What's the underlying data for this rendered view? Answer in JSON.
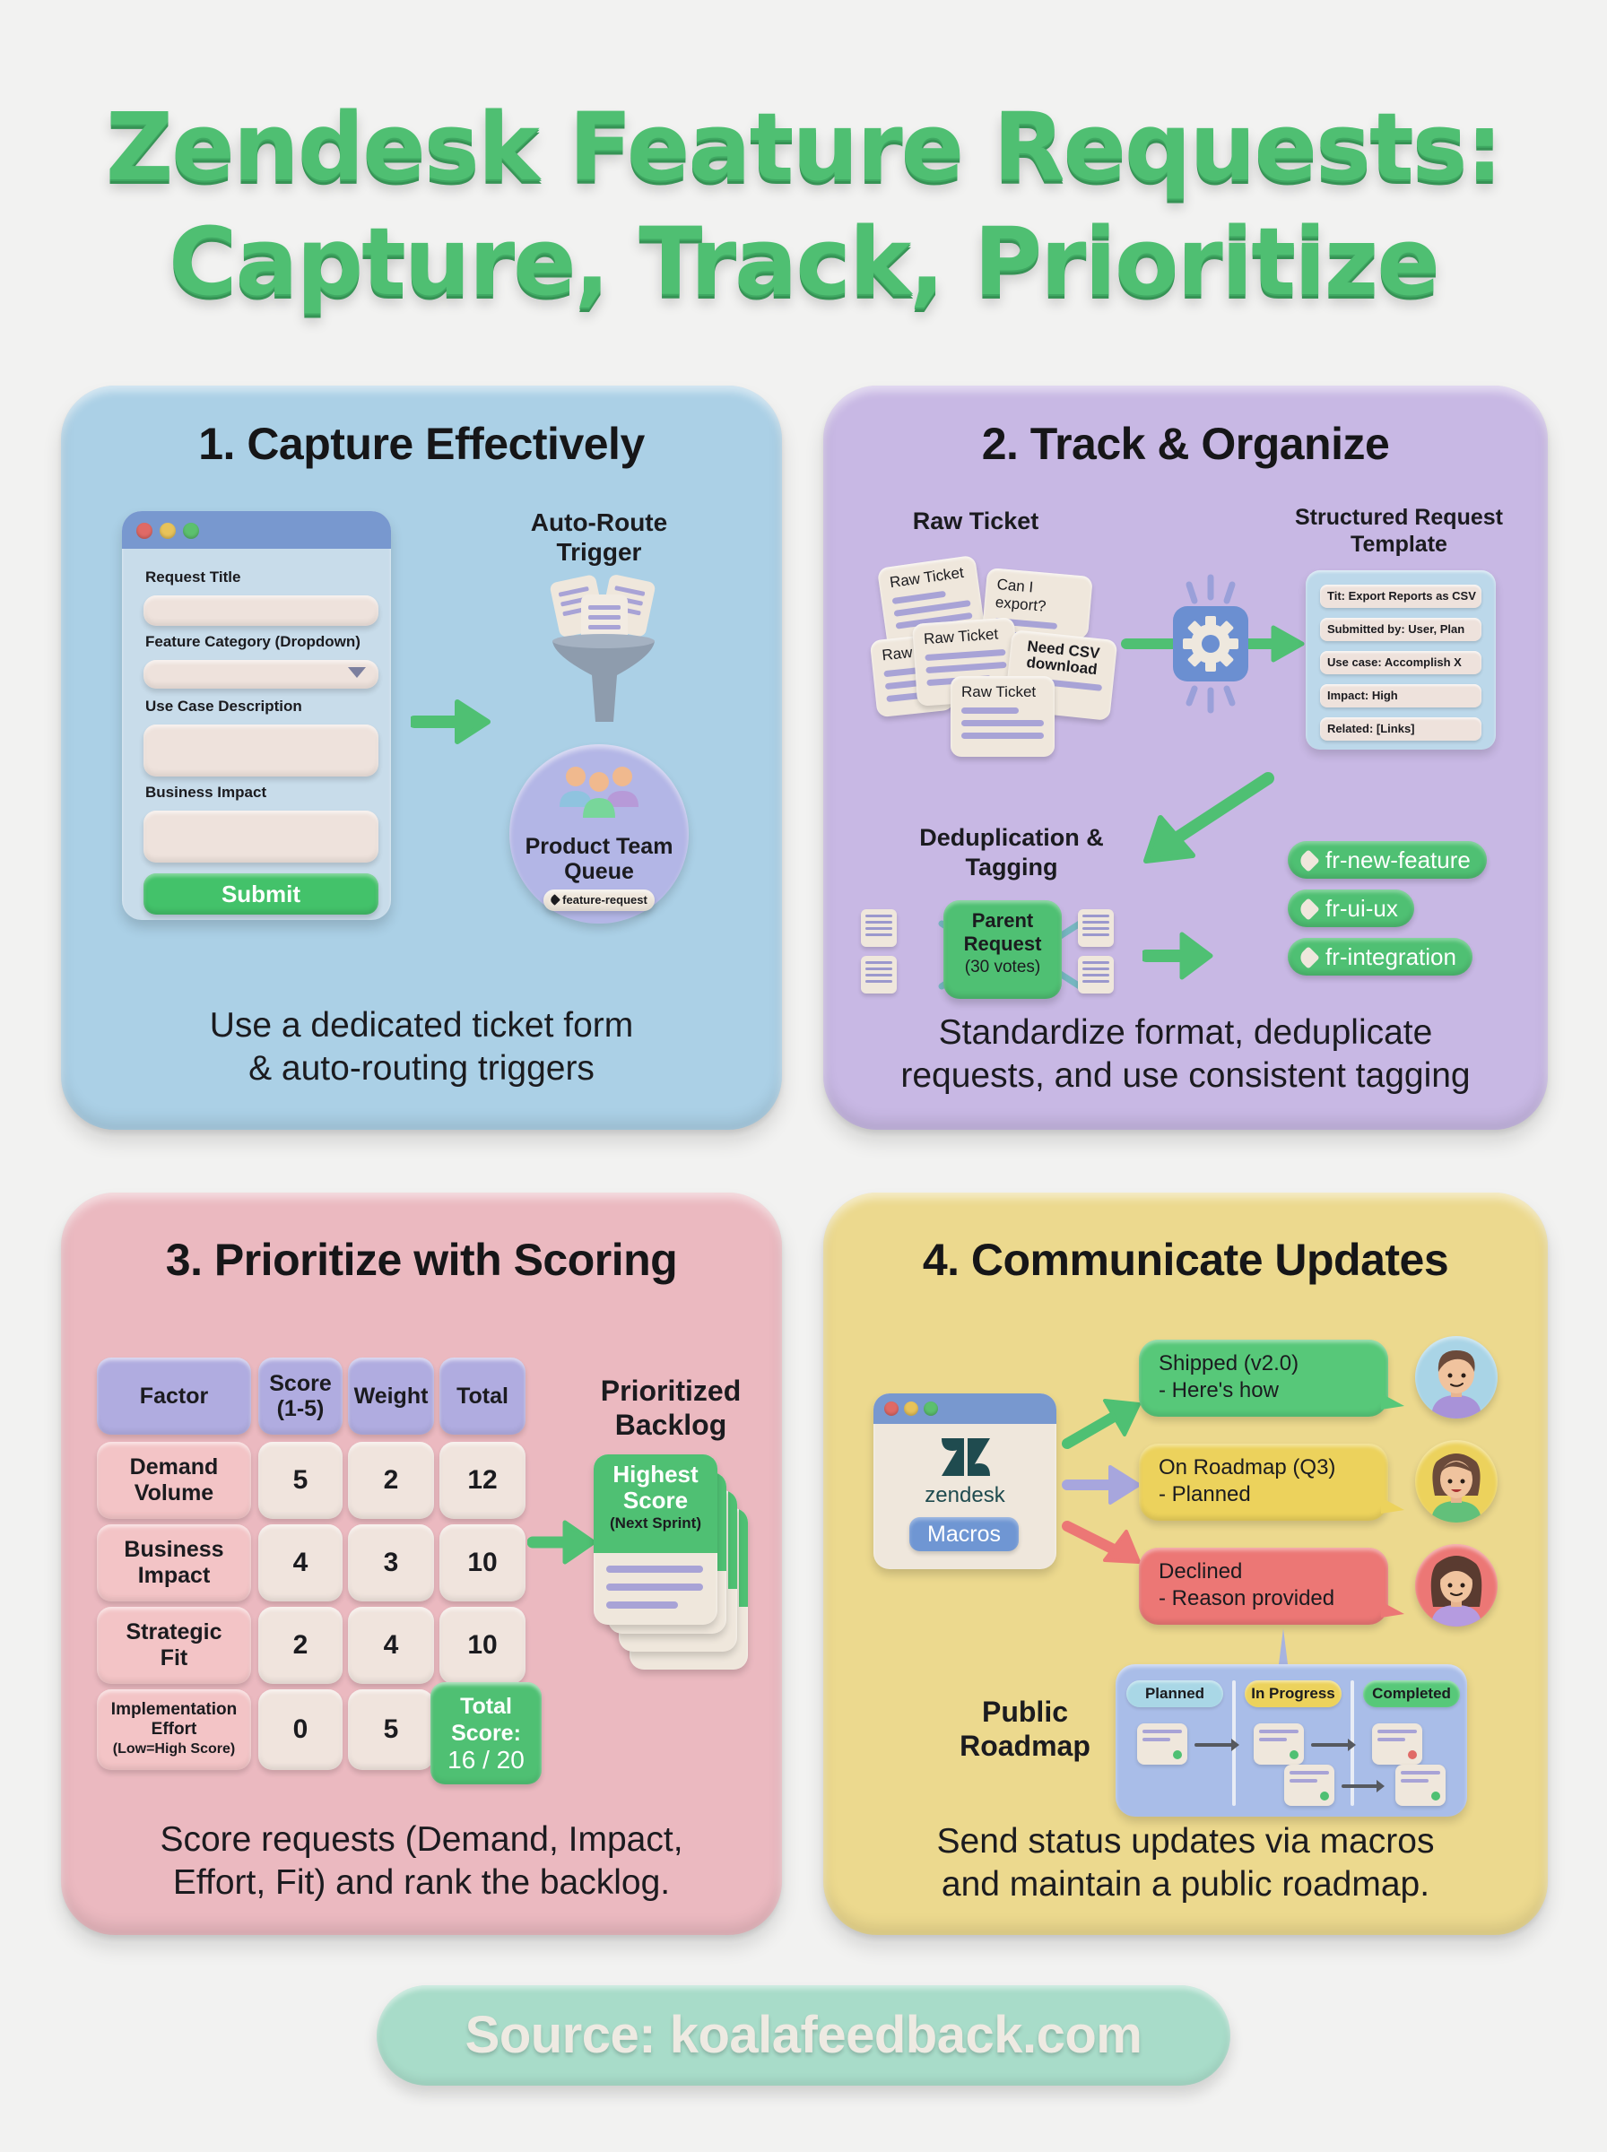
{
  "title": {
    "line1": "Zendesk Feature Requests:",
    "line2": "Capture, Track, Prioritize"
  },
  "colors": {
    "accent_green": "#4fc073",
    "panel_blue": "#abd0e6",
    "panel_purple": "#c8b8e4",
    "panel_pink": "#ebb9c0",
    "panel_yellow": "#ecd98e",
    "source_teal": "#a8dcc9"
  },
  "panel1": {
    "title": "1. Capture Effectively",
    "form": {
      "fields": [
        {
          "label": "Request Title",
          "type": "text"
        },
        {
          "label": "Feature Category (Dropdown)",
          "type": "dropdown"
        },
        {
          "label": "Use Case Description",
          "type": "textarea"
        },
        {
          "label": "Business Impact",
          "type": "textarea"
        }
      ],
      "submit_label": "Submit"
    },
    "trigger_label_line1": "Auto-Route",
    "trigger_label_line2": "Trigger",
    "queue_label_line1": "Product Team",
    "queue_label_line2": "Queue",
    "queue_tag": "feature-request",
    "caption_line1": "Use a dedicated ticket form",
    "caption_line2": "& auto-routing triggers"
  },
  "panel2": {
    "title": "2. Track & Organize",
    "raw_label": "Raw Ticket",
    "raw_tickets": [
      "Raw Ticket",
      "Can I export?",
      "Raw Ticket",
      "Need CSV",
      "download",
      "Raw",
      "Raw Ticket"
    ],
    "template_label_line1": "Structured Request",
    "template_label_line2": "Template",
    "template_rows": [
      "Tit: Export Reports as CSV",
      "Submitted by: User, Plan",
      "Use case: Accomplish X",
      "Impact: High",
      "Related: [Links]"
    ],
    "dedup_label_line1": "Deduplication &",
    "dedup_label_line2": "Tagging",
    "parent_line1": "Parent",
    "parent_line2": "Request",
    "parent_votes": "(30 votes)",
    "tags": [
      "fr-new-feature",
      "fr-ui-ux",
      "fr-integration"
    ],
    "caption_line1": "Standardize format, deduplicate",
    "caption_line2": "requests, and use consistent tagging"
  },
  "panel3": {
    "title": "3. Prioritize with Scoring",
    "table": {
      "headers": [
        "Factor",
        "Score (1-5)",
        "Weight",
        "Total"
      ],
      "rows": [
        {
          "factor": "Demand Volume",
          "score": "5",
          "weight": "2",
          "total": "12"
        },
        {
          "factor": "Business Impact",
          "score": "4",
          "weight": "3",
          "total": "10"
        },
        {
          "factor": "Strategic Fit",
          "score": "2",
          "weight": "4",
          "total": "10"
        },
        {
          "factor": "Implementation Effort",
          "factor_note": "(Low=High Score)",
          "score": "0",
          "weight": "5",
          "total": ""
        }
      ],
      "total_label_line1": "Total",
      "total_label_line2": "Score:",
      "total_value": "16 / 20"
    },
    "backlog_label_line1": "Prioritized",
    "backlog_label_line2": "Backlog",
    "backlog_top_line1": "Highest",
    "backlog_top_line2": "Score",
    "backlog_top_note": "(Next Sprint)",
    "caption_line1": "Score requests (Demand, Impact,",
    "caption_line2": "Effort, Fit) and rank the backlog."
  },
  "panel4": {
    "title": "4. Communicate Updates",
    "zendesk_word": "zendesk",
    "macros_label": "Macros",
    "bubbles": [
      {
        "line1": "Shipped (v2.0)",
        "line2": "- Here's how",
        "color": "#57c879"
      },
      {
        "line1": "On Roadmap (Q3)",
        "line2": "- Planned",
        "color": "#ecd25c"
      },
      {
        "line1": "Declined",
        "line2": "- Reason provided",
        "color": "#ec7775"
      }
    ],
    "roadmap_label_line1": "Public",
    "roadmap_label_line2": "Roadmap",
    "roadmap_columns": [
      "Planned",
      "In Progress",
      "Completed"
    ],
    "caption_line1": "Send status updates via macros",
    "caption_line2": "and maintain a public roadmap."
  },
  "source": "Source: koalafeedback.com"
}
